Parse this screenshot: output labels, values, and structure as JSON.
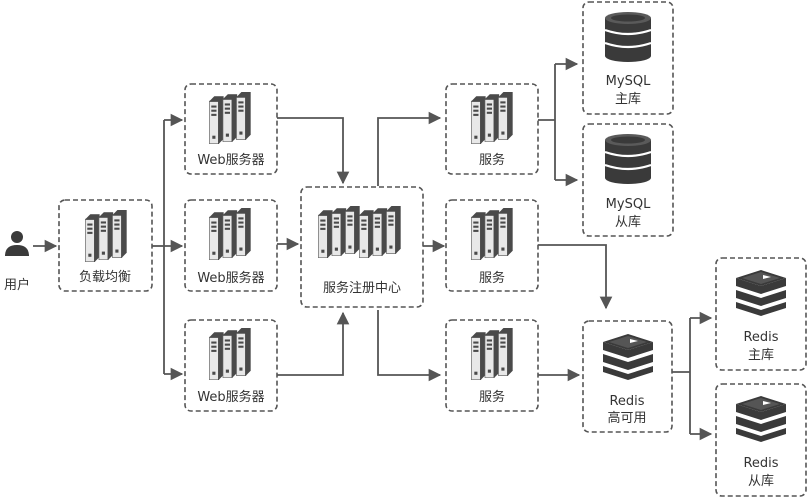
{
  "nodes": {
    "user": {
      "label": "用户"
    },
    "lb": {
      "label": "负载均衡"
    },
    "web1": {
      "label": "Web服务器"
    },
    "web2": {
      "label": "Web服务器"
    },
    "web3": {
      "label": "Web服务器"
    },
    "registry": {
      "label": "服务注册中心"
    },
    "svc1": {
      "label": "服务"
    },
    "svc2": {
      "label": "服务"
    },
    "svc3": {
      "label": "服务"
    },
    "mysql_master": {
      "line1": "MySQL",
      "line2": "主库"
    },
    "mysql_slave": {
      "line1": "MySQL",
      "line2": "从库"
    },
    "redis_ha": {
      "line1": "Redis",
      "line2": "高可用"
    },
    "redis_master": {
      "line1": "Redis",
      "line2": "主库"
    },
    "redis_slave": {
      "line1": "Redis",
      "line2": "从库"
    }
  },
  "colors": {
    "border": "#555555",
    "server_body": "#e6e6e6",
    "server_dark": "#4a4a4a",
    "db": "#3a3a3a",
    "text": "#333333"
  },
  "icons": [
    "user-icon",
    "server-rack-icon",
    "database-icon",
    "redis-stack-icon"
  ]
}
